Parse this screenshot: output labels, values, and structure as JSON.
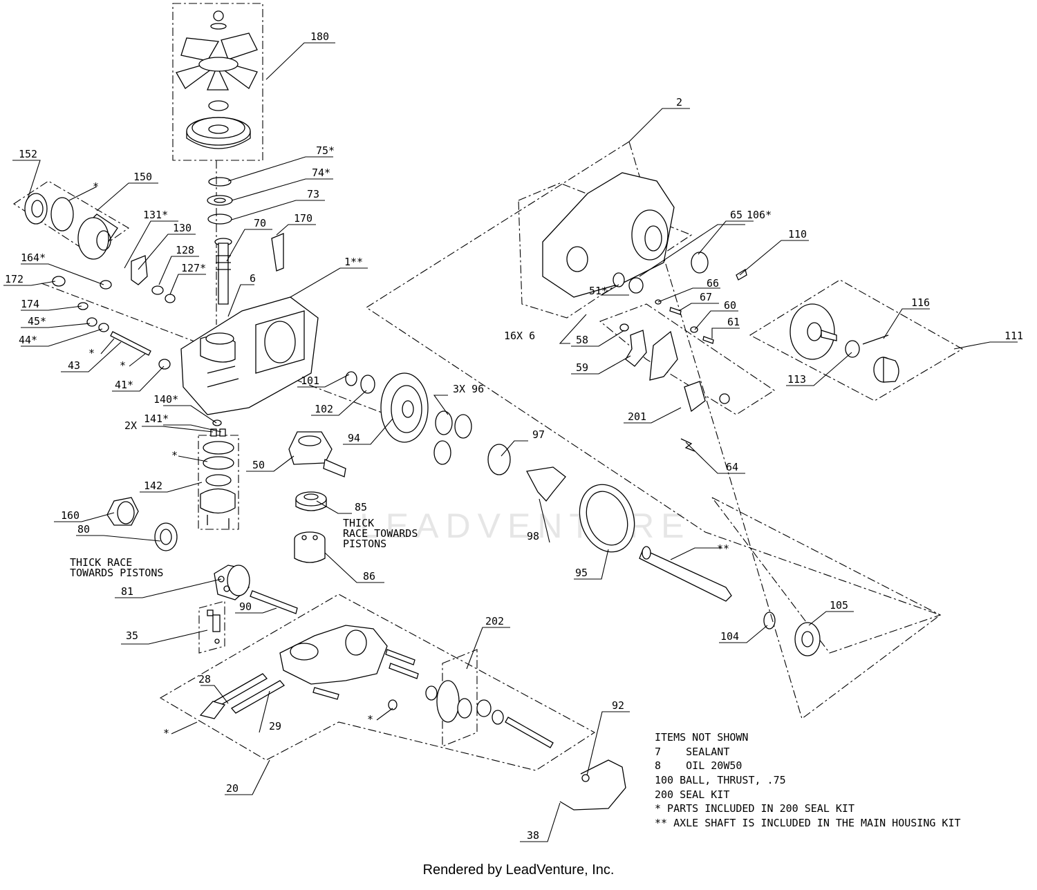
{
  "watermark": "LEADVENTURE",
  "footer": "Rendered by LeadVenture, Inc.",
  "notes": {
    "title": "ITEMS NOT SHOWN",
    "lines": [
      "7    SEALANT",
      "8    OIL 20W50",
      "100 BALL, THRUST, .75",
      "200 SEAL KIT",
      "* PARTS INCLUDED IN 200 SEAL KIT",
      "** AXLE SHAFT IS INCLUDED IN THE MAIN HOUSING KIT"
    ]
  },
  "annotations": {
    "thick_race_1": [
      "THICK",
      "RACE TOWARDS",
      "PISTONS"
    ],
    "thick_race_2": [
      "THICK RACE",
      "TOWARDS PISTONS"
    ]
  },
  "callouts": {
    "c180": "180",
    "c2": "2",
    "c152": "152",
    "c150": "150",
    "c75": "75*",
    "c74": "74*",
    "c73": "73",
    "c131": "131*",
    "c130": "130",
    "c70": "70",
    "c170": "170",
    "c65": "65",
    "c106": "106*",
    "c110": "110",
    "c164": "164*",
    "c128": "128",
    "c127": "127*",
    "c1": "1**",
    "c172": "172",
    "c6": "6",
    "c51": "51*",
    "c66": "66",
    "c67": "67",
    "c116": "116",
    "c174": "174",
    "c60": "60",
    "c45": "45*",
    "c16x6": "16X 6",
    "c61": "61",
    "c111": "111",
    "c44": "44*",
    "c58": "58",
    "c43": "43",
    "c59": "59",
    "c113": "113",
    "c41": "41*",
    "c101": "101",
    "c396": "3X 96",
    "c140": "140*",
    "c2x": "2X",
    "c141": "141*",
    "c102": "102",
    "c201": "201",
    "c97": "97",
    "c94": "94",
    "c64": "64",
    "c50": "50",
    "c142": "142",
    "c85": "85",
    "c160": "160",
    "c98": "98",
    "c80": "80",
    "c86": "86",
    "c81": "81",
    "c95": "95",
    "c90": "90",
    "caxle": "**",
    "c105": "105",
    "c35": "35",
    "c202": "202",
    "c104": "104",
    "c28": "28",
    "c92": "92",
    "c29": "29",
    "c20": "20",
    "c38": "38",
    "s1": "*",
    "s2": "*",
    "s3": "*",
    "s4": "*",
    "s5": "*",
    "s6": "*"
  }
}
